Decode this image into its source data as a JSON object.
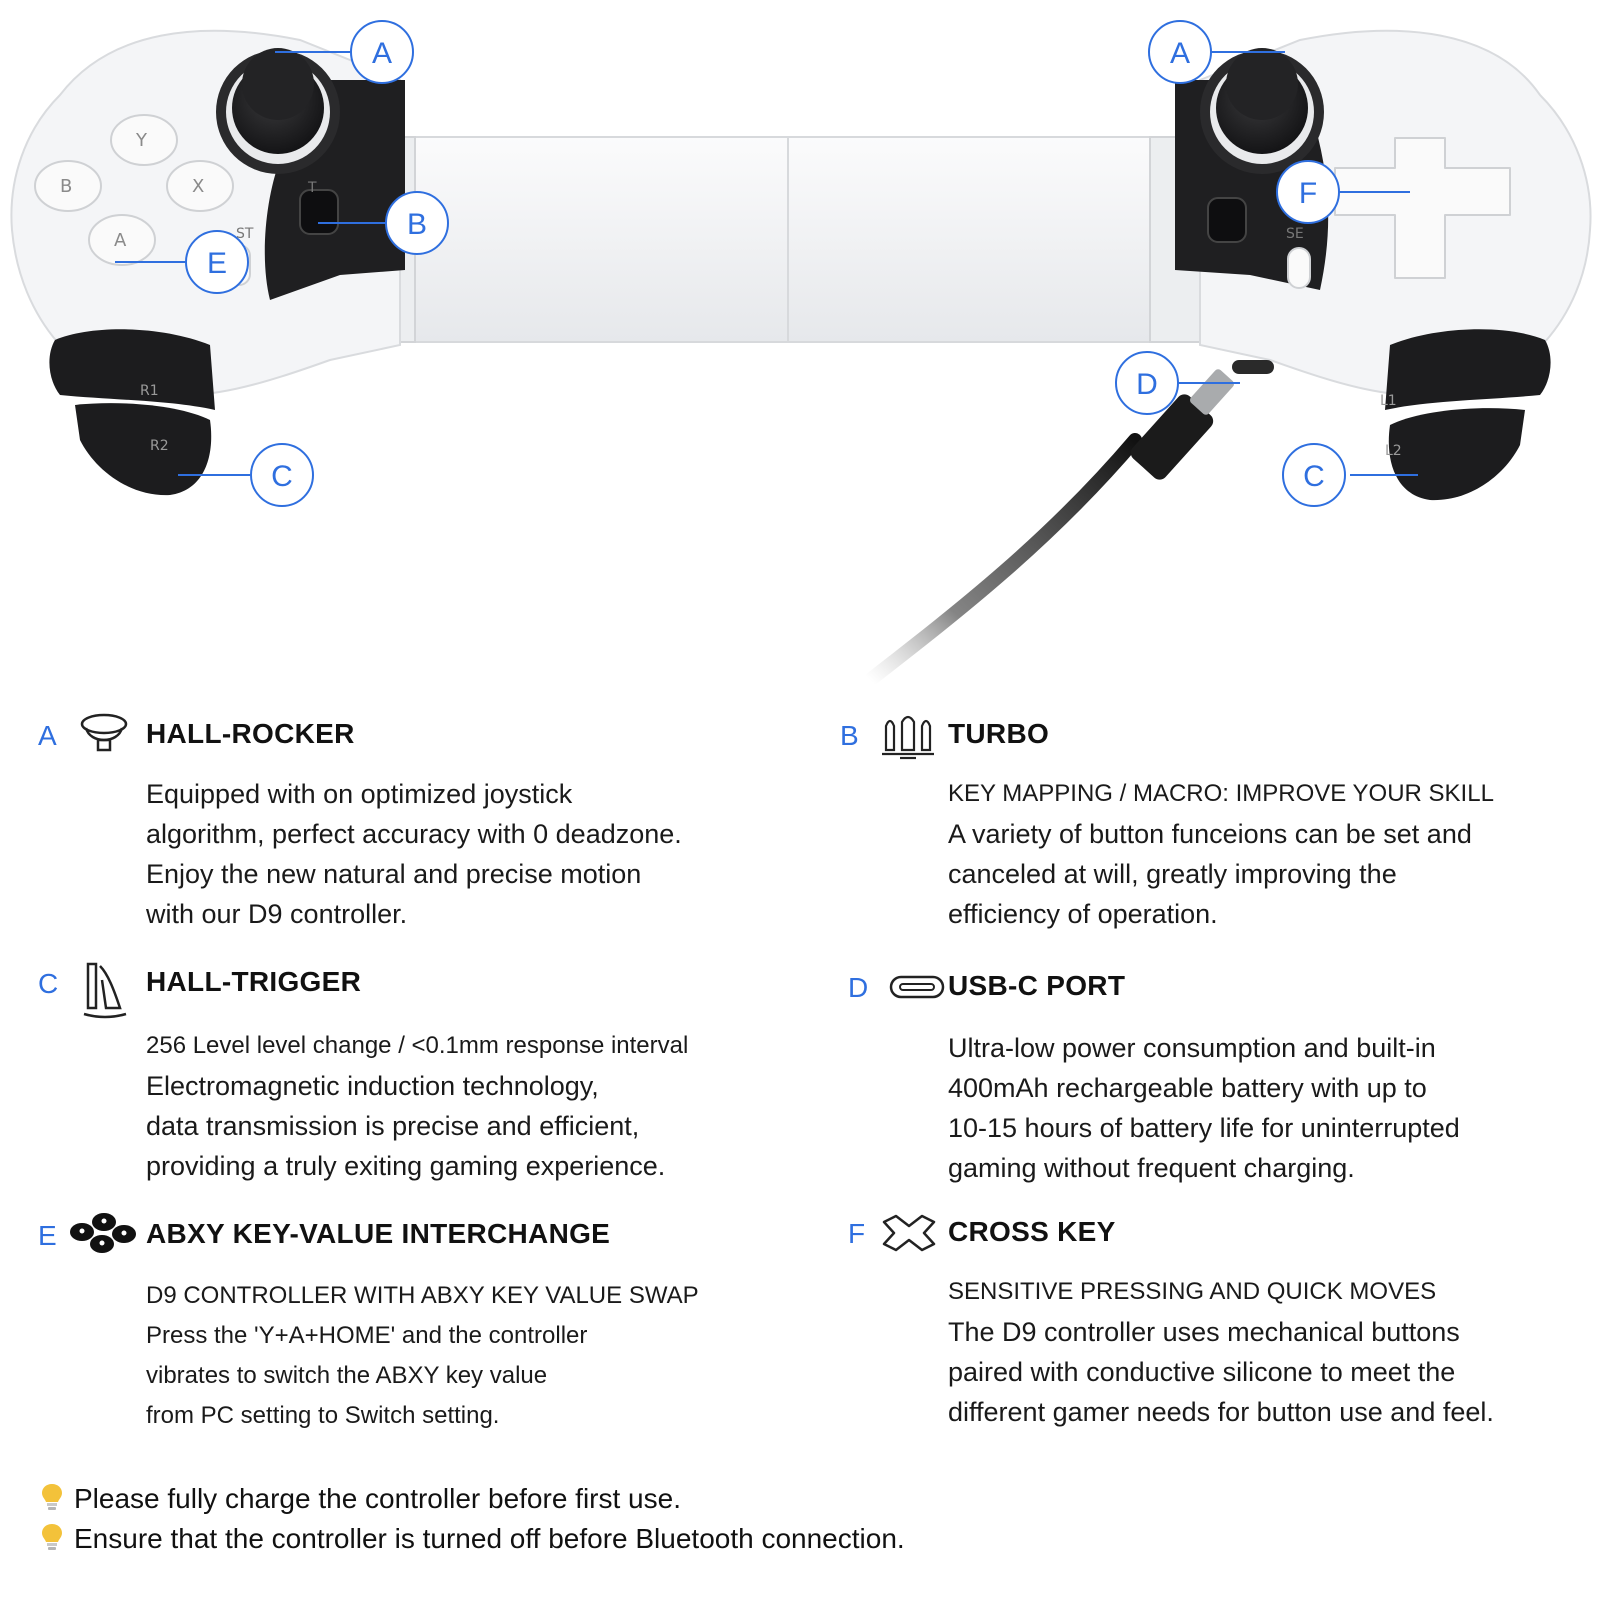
{
  "diagram": {
    "callouts": [
      "A",
      "A",
      "B",
      "C",
      "C",
      "D",
      "E",
      "F"
    ],
    "controller_labels": {
      "left_shoulder_top": "R1",
      "left_shoulder_bottom": "R2",
      "right_shoulder_top": "L1",
      "right_shoulder_bottom": "L2",
      "start_button": "ST",
      "select_button": "SE",
      "turbo_label": "T"
    },
    "button_glyphs": [
      "B",
      "Y",
      "X",
      "A"
    ]
  },
  "features": [
    {
      "letter": "A",
      "icon": "hall-rocker-icon",
      "title": "HALL-ROCKER",
      "lines": [
        "Equipped with on optimized joystick",
        "algorithm, perfect accuracy with 0 deadzone.",
        "Enjoy the new natural and precise motion",
        "with our D9 controller."
      ]
    },
    {
      "letter": "B",
      "icon": "turbo-icon",
      "title": "TURBO",
      "lines": [
        "KEY MAPPING / MACRO: IMPROVE YOUR SKILL",
        "A variety of button funceions can be set and",
        "canceled at will, greatly improving the",
        "efficiency of operation."
      ]
    },
    {
      "letter": "C",
      "icon": "hall-trigger-icon",
      "title": "HALL-TRIGGER",
      "lines": [
        "256 Level level change / <0.1mm response interval",
        "Electromagnetic induction technology,",
        "data transmission is precise and efficient,",
        "providing a truly exiting gaming experience."
      ]
    },
    {
      "letter": "D",
      "icon": "usb-c-port-icon",
      "title": "USB-C PORT",
      "lines": [
        "Ultra-low power consumption and built-in",
        "400mAh rechargeable battery with up to",
        "10-15 hours of battery life for uninterrupted",
        "gaming without frequent charging."
      ]
    },
    {
      "letter": "E",
      "icon": "abxy-buttons-icon",
      "title": "ABXY KEY-VALUE INTERCHANGE",
      "lines": [
        "D9 CONTROLLER WITH ABXY KEY VALUE SWAP",
        "Press the 'Y+A+HOME' and the controller",
        "vibrates to switch the ABXY key value",
        "from PC setting to Switch setting."
      ]
    },
    {
      "letter": "F",
      "icon": "cross-key-icon",
      "title": "CROSS KEY",
      "lines": [
        "SENSITIVE PRESSING AND QUICK MOVES",
        "The D9 controller uses mechanical buttons",
        "paired with conductive silicone to meet the",
        "different gamer needs for button use and feel."
      ]
    }
  ],
  "tips": [
    "Please fully charge the controller before first use.",
    "Ensure that the controller is turned off before Bluetooth connection."
  ],
  "colors": {
    "accent": "#2f6fdf",
    "controller_body": "#f4f5f7",
    "controller_dark": "#1c1c1e",
    "bulb": "#f3c23a"
  }
}
